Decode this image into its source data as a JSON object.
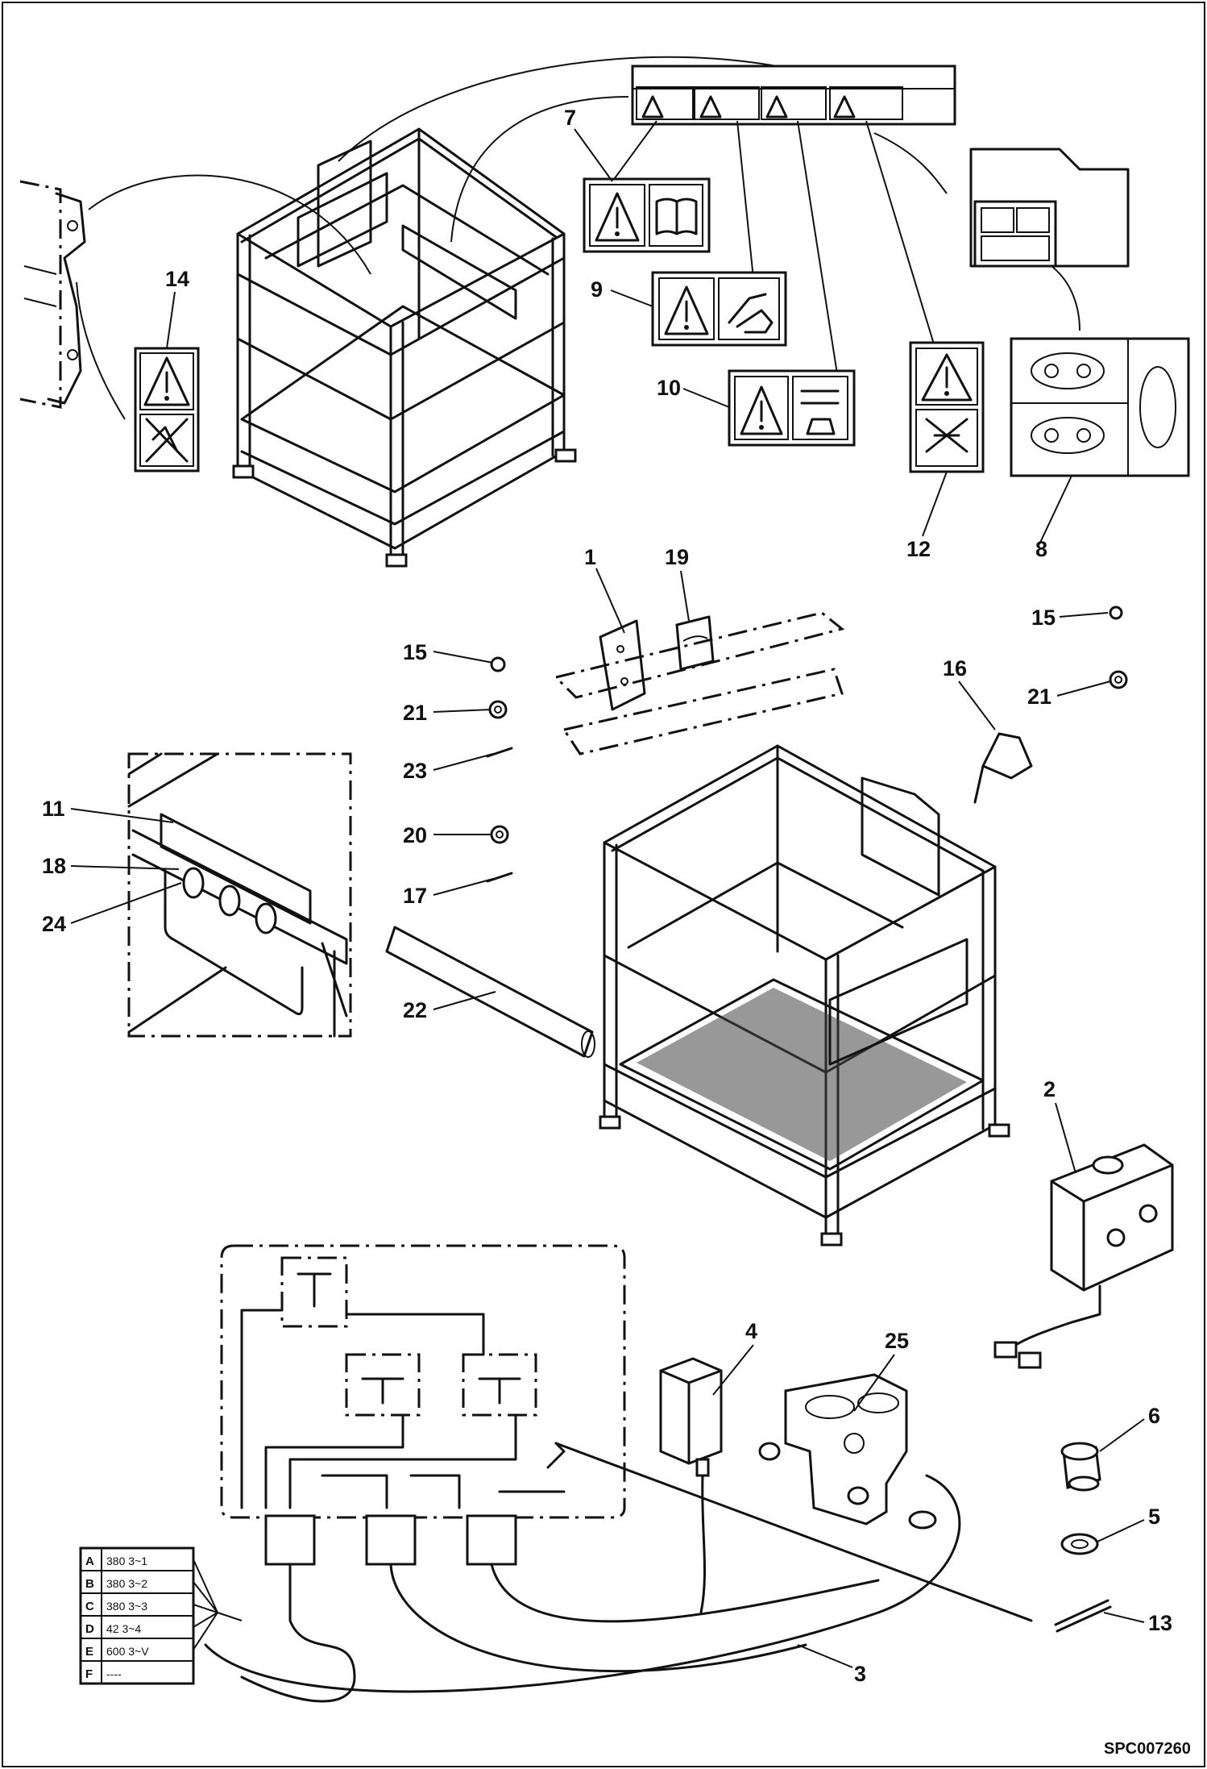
{
  "figure_code": "SPC007260",
  "callouts": {
    "c1": "1",
    "c2": "2",
    "c3": "3",
    "c4": "4",
    "c5": "5",
    "c6": "6",
    "c7": "7",
    "c8": "8",
    "c9": "9",
    "c10": "10",
    "c11": "11",
    "c12": "12",
    "c13": "13",
    "c14": "14",
    "c15a": "15",
    "c15b": "15",
    "c16": "16",
    "c17": "17",
    "c18": "18",
    "c19": "19",
    "c20": "20",
    "c21a": "21",
    "c21b": "21",
    "c22": "22",
    "c23": "23",
    "c24": "24",
    "c25": "25"
  },
  "label_table": {
    "letters": [
      "A",
      "B",
      "C",
      "D",
      "E",
      "F"
    ],
    "entries": [
      "380 3~1",
      "380 3~2",
      "380 3~3",
      "42 3~4",
      "600 3~V",
      "----"
    ]
  },
  "icons": [
    "warning-triangle-icon",
    "manual-book-icon",
    "hand-crush-icon",
    "person-lift-icon",
    "no-climb-icon"
  ]
}
